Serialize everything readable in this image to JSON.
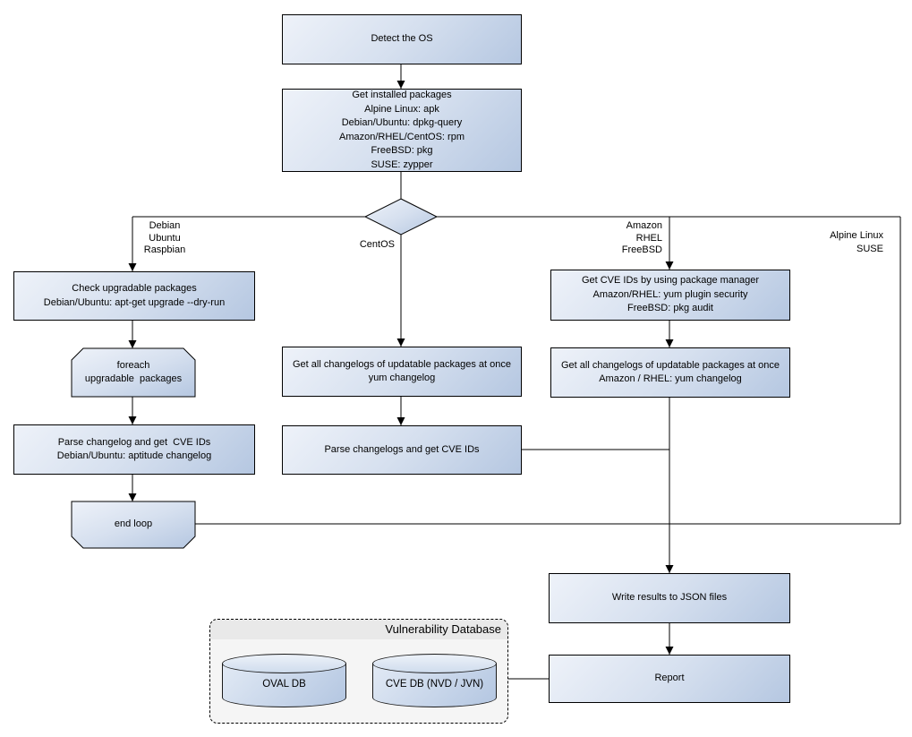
{
  "nodes": {
    "detect_os": {
      "label": "Detect the OS"
    },
    "get_installed": {
      "lines": [
        "Get installed packages",
        "Alpine Linux: apk",
        "Debian/Ubuntu: dpkg-query",
        "Amazon/RHEL/CentOS: rpm",
        "FreeBSD: pkg",
        "SUSE: zypper"
      ]
    },
    "check_upgradable": {
      "lines": [
        "Check upgradable packages",
        "Debian/Ubuntu: apt-get upgrade --dry-run"
      ]
    },
    "foreach_loop": {
      "lines": [
        "foreach",
        "upgradable  packages"
      ]
    },
    "parse_changelog": {
      "lines": [
        "Parse changelog and get  CVE IDs",
        "Debian/Ubuntu: aptitude changelog"
      ]
    },
    "end_loop": {
      "label": "end loop"
    },
    "changelogs_yum": {
      "lines": [
        "Get all changelogs of updatable packages at once",
        "yum changelog"
      ]
    },
    "parse_changelogs": {
      "label": "Parse changelogs and get CVE IDs"
    },
    "cve_pkg_manager": {
      "lines": [
        "Get CVE IDs by using package manager",
        "Amazon/RHEL: yum plugin security",
        "FreeBSD: pkg audit"
      ]
    },
    "changelogs_amazon": {
      "lines": [
        "Get all changelogs of updatable packages at once",
        "Amazon / RHEL: yum changelog"
      ]
    },
    "write_results": {
      "label": "Write results to JSON files"
    },
    "report": {
      "label": "Report"
    }
  },
  "branch_labels": {
    "debian": [
      "Debian",
      "Ubuntu",
      "Raspbian"
    ],
    "centos": "CentOS",
    "amazon": [
      "Amazon",
      "RHEL",
      "FreeBSD"
    ],
    "alpine": [
      "Alpine Linux",
      "SUSE"
    ]
  },
  "vulnerability_db": {
    "title": "Vulnerability Database",
    "oval_label": "OVAL DB",
    "cve_label": "CVE DB (NVD / JVN)"
  },
  "colors": {
    "node_fill_light": "#eef2f9",
    "node_fill_dark": "#b5c7e1",
    "stroke": "#000000",
    "container_fill": "#f5f5f5",
    "container_header": "#e9e9e9"
  }
}
